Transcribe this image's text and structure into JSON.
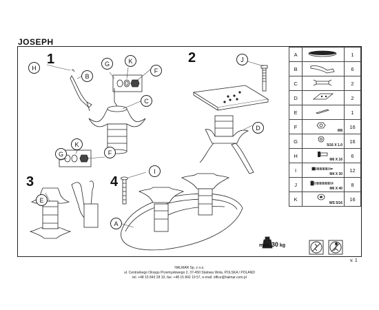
{
  "title": "JOSEPH",
  "steps": [
    "1",
    "2",
    "3",
    "4"
  ],
  "labels": {
    "s1": [
      "H",
      "B",
      "G",
      "K",
      "F",
      "C"
    ],
    "s2": [
      "J",
      "D"
    ],
    "s3": [
      "G",
      "K",
      "F",
      "E"
    ],
    "s4": [
      "I",
      "A"
    ]
  },
  "parts": [
    {
      "letter": "A",
      "qty": "1",
      "spec": ""
    },
    {
      "letter": "B",
      "qty": "6",
      "spec": ""
    },
    {
      "letter": "C",
      "qty": "2",
      "spec": ""
    },
    {
      "letter": "D",
      "qty": "2",
      "spec": ""
    },
    {
      "letter": "E",
      "qty": "1",
      "spec": ""
    },
    {
      "letter": "F",
      "qty": "16",
      "spec": "M8"
    },
    {
      "letter": "G",
      "qty": "16",
      "spec": "5/16 X 1.0"
    },
    {
      "letter": "H",
      "qty": "6",
      "spec": "M6 X 16"
    },
    {
      "letter": "I",
      "qty": "12",
      "spec": "M4 X 30"
    },
    {
      "letter": "J",
      "qty": "8",
      "spec": "M6 X 40"
    },
    {
      "letter": "K",
      "qty": "16",
      "spec": "WS 5/16"
    }
  ],
  "max_load": {
    "prefix": "max.",
    "value": "30",
    "unit": "kg"
  },
  "version": "v. 1",
  "footer": {
    "company": "HALMAR Sp. z o.o.",
    "address": "ul. Centralnego Okręgu Przemysłowego 2, 37-450 Stalowa Wola, POLSKA / POLAND",
    "contact": "tel. +48 15 843 28 10, fax: +48 15 842 19 57, e-mail: office@halmar.com.pl"
  }
}
